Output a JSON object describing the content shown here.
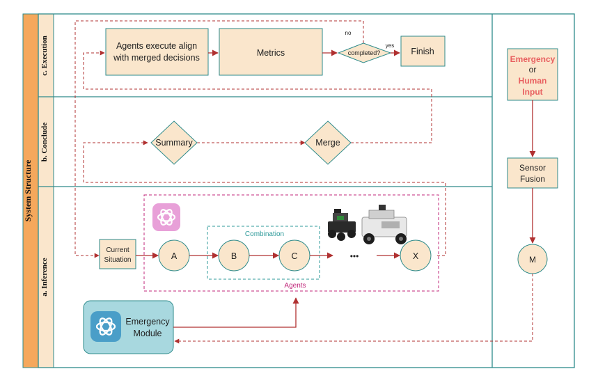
{
  "title": "System Structure",
  "lanes": {
    "execution": "c. Execution",
    "conclude": "b. Conclude",
    "inference": "a. Inference"
  },
  "execution": {
    "agents_line1": "Agents execute align",
    "agents_line2": "with merged decisions",
    "metrics": "Metrics",
    "completed": "completed?",
    "no": "no",
    "yes": "yes",
    "finish": "Finish"
  },
  "conclude": {
    "summary": "Summary",
    "merge": "Merge"
  },
  "inference": {
    "current_line1": "Current",
    "current_line2": "Situation",
    "node_a": "A",
    "node_b": "B",
    "node_c": "C",
    "ellipsis": "•••",
    "node_x": "X",
    "combination": "Combination",
    "agents": "Agents",
    "emergency_line1": "Emergency",
    "emergency_line2": "Module"
  },
  "right": {
    "emergency": "Emergency",
    "or": "or",
    "human": "Human",
    "input": "Input",
    "sensor_line1": "Sensor",
    "sensor_line2": "Fusion",
    "m": "M"
  },
  "colors": {
    "frame": "#2e8b8b",
    "box_fill": "#fae6cc",
    "sidebar": "#f5a85c",
    "arrow": "#b03030",
    "agents_box": "#c0267a",
    "combination": "#2e9a9a",
    "emergency_fill": "#a8d8df",
    "highlight": "#e86060"
  }
}
